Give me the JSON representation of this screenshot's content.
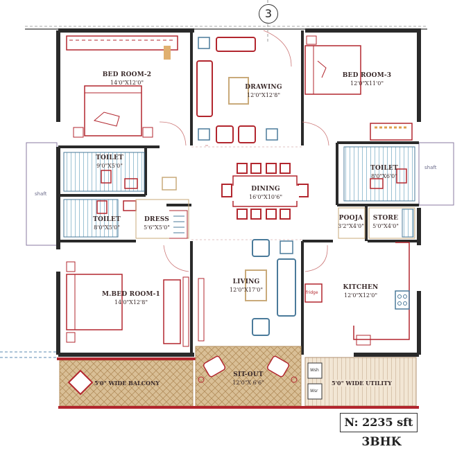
{
  "plan": {
    "grid_marker": "3",
    "area": "N: 2235 sft",
    "type": "3BHK"
  },
  "rooms": {
    "bedroom2": {
      "name": "BED ROOM-2",
      "dim": "14'0\"X12'0\""
    },
    "drawing": {
      "name": "DRAWING",
      "dim": "12'0\"X12'8\""
    },
    "bedroom3": {
      "name": "BED ROOM-3",
      "dim": "12'0\"X11'0\""
    },
    "toilet_top_left": {
      "name": "TOILET",
      "dim": "9'0\"X5'0\""
    },
    "toilet_bottom_left": {
      "name": "TOILET",
      "dim": "8'0\"X5'0\""
    },
    "dress": {
      "name": "DRESS",
      "dim": "5'6\"X5'0\""
    },
    "dining": {
      "name": "DINING",
      "dim": "16'0\"X10'6\""
    },
    "toilet_right": {
      "name": "TOILET",
      "dim": "8'0\"X6'0\""
    },
    "pooja": {
      "name": "POOJA",
      "dim": "3'2\"X4'0\""
    },
    "store": {
      "name": "STORE",
      "dim": "5'0\"X4'0\""
    },
    "master_bedroom": {
      "name": "M.BED ROOM-1",
      "dim": "14'0\"X12'8\""
    },
    "living": {
      "name": "LIVING",
      "dim": "12'0\"X17'0\""
    },
    "kitchen": {
      "name": "KITCHEN",
      "dim": "12'0\"X12'0\""
    },
    "balcony": {
      "name": "5'0\" WIDE BALCONY"
    },
    "sitout": {
      "name": "SIT-OUT",
      "dim": "12'0\"X 6'6\""
    },
    "utility": {
      "name": "5'0\" WIDE UTILITY"
    }
  },
  "labels": {
    "shaft_left": "shaft",
    "shaft_right": "shaft",
    "fridge": "fridge",
    "wash": "Wsh",
    "washer": "Wsr"
  },
  "colors": {
    "wall": "#2a2a2a",
    "furniture": "#b2262e",
    "blue_detail": "#4a7a9a",
    "wood": "#c9aa7a",
    "floor_red": "#d07070"
  }
}
